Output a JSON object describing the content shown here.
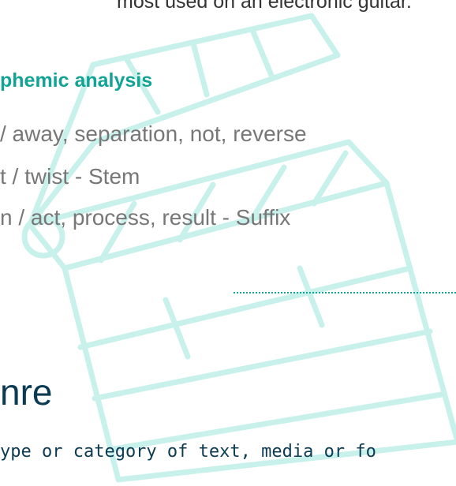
{
  "top_fragment": "most used on an electronic guitar.",
  "morphemic": {
    "heading": "phemic analysis",
    "lines": [
      "/ away, separation, not, reverse",
      "t / twist - Stem",
      "n / act, process, result - Suffix"
    ]
  },
  "genre": {
    "term": "nre",
    "definition": "ype or category of text, media or fo"
  },
  "decoration": {
    "clapperboard-icon-color": "#c9f1ec",
    "accent": "#12a394",
    "navy": "#0b3b52"
  }
}
